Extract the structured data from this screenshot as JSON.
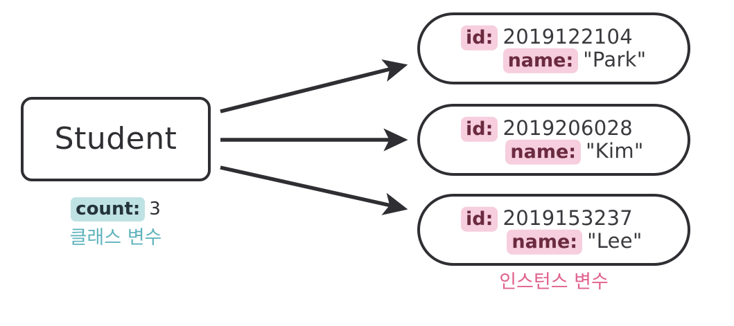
{
  "diagram": {
    "title_class": "Student",
    "class_box": {
      "label": "Student"
    },
    "class_variable": {
      "key": "count:",
      "value": "3",
      "caption": "클래스 변수",
      "highlight_color": "#bfe2e4",
      "caption_color": "#5fb3bd"
    },
    "instances": [
      {
        "id_key": "id:",
        "id_value": "2019122104",
        "name_key": "name:",
        "name_value": "\"Park\""
      },
      {
        "id_key": "id:",
        "id_value": "2019206028",
        "name_key": "name:",
        "name_value": "\"Kim\""
      },
      {
        "id_key": "id:",
        "id_value": "2019153237",
        "name_key": "name:",
        "name_value": "\"Lee\""
      }
    ],
    "instance_variable": {
      "caption": "인스턴스 변수",
      "highlight_color": "#f6cedd",
      "caption_color": "#e0618e"
    },
    "stroke_color": "#2f2f33",
    "background_color": "#ffffff",
    "arrow_count": 3
  }
}
